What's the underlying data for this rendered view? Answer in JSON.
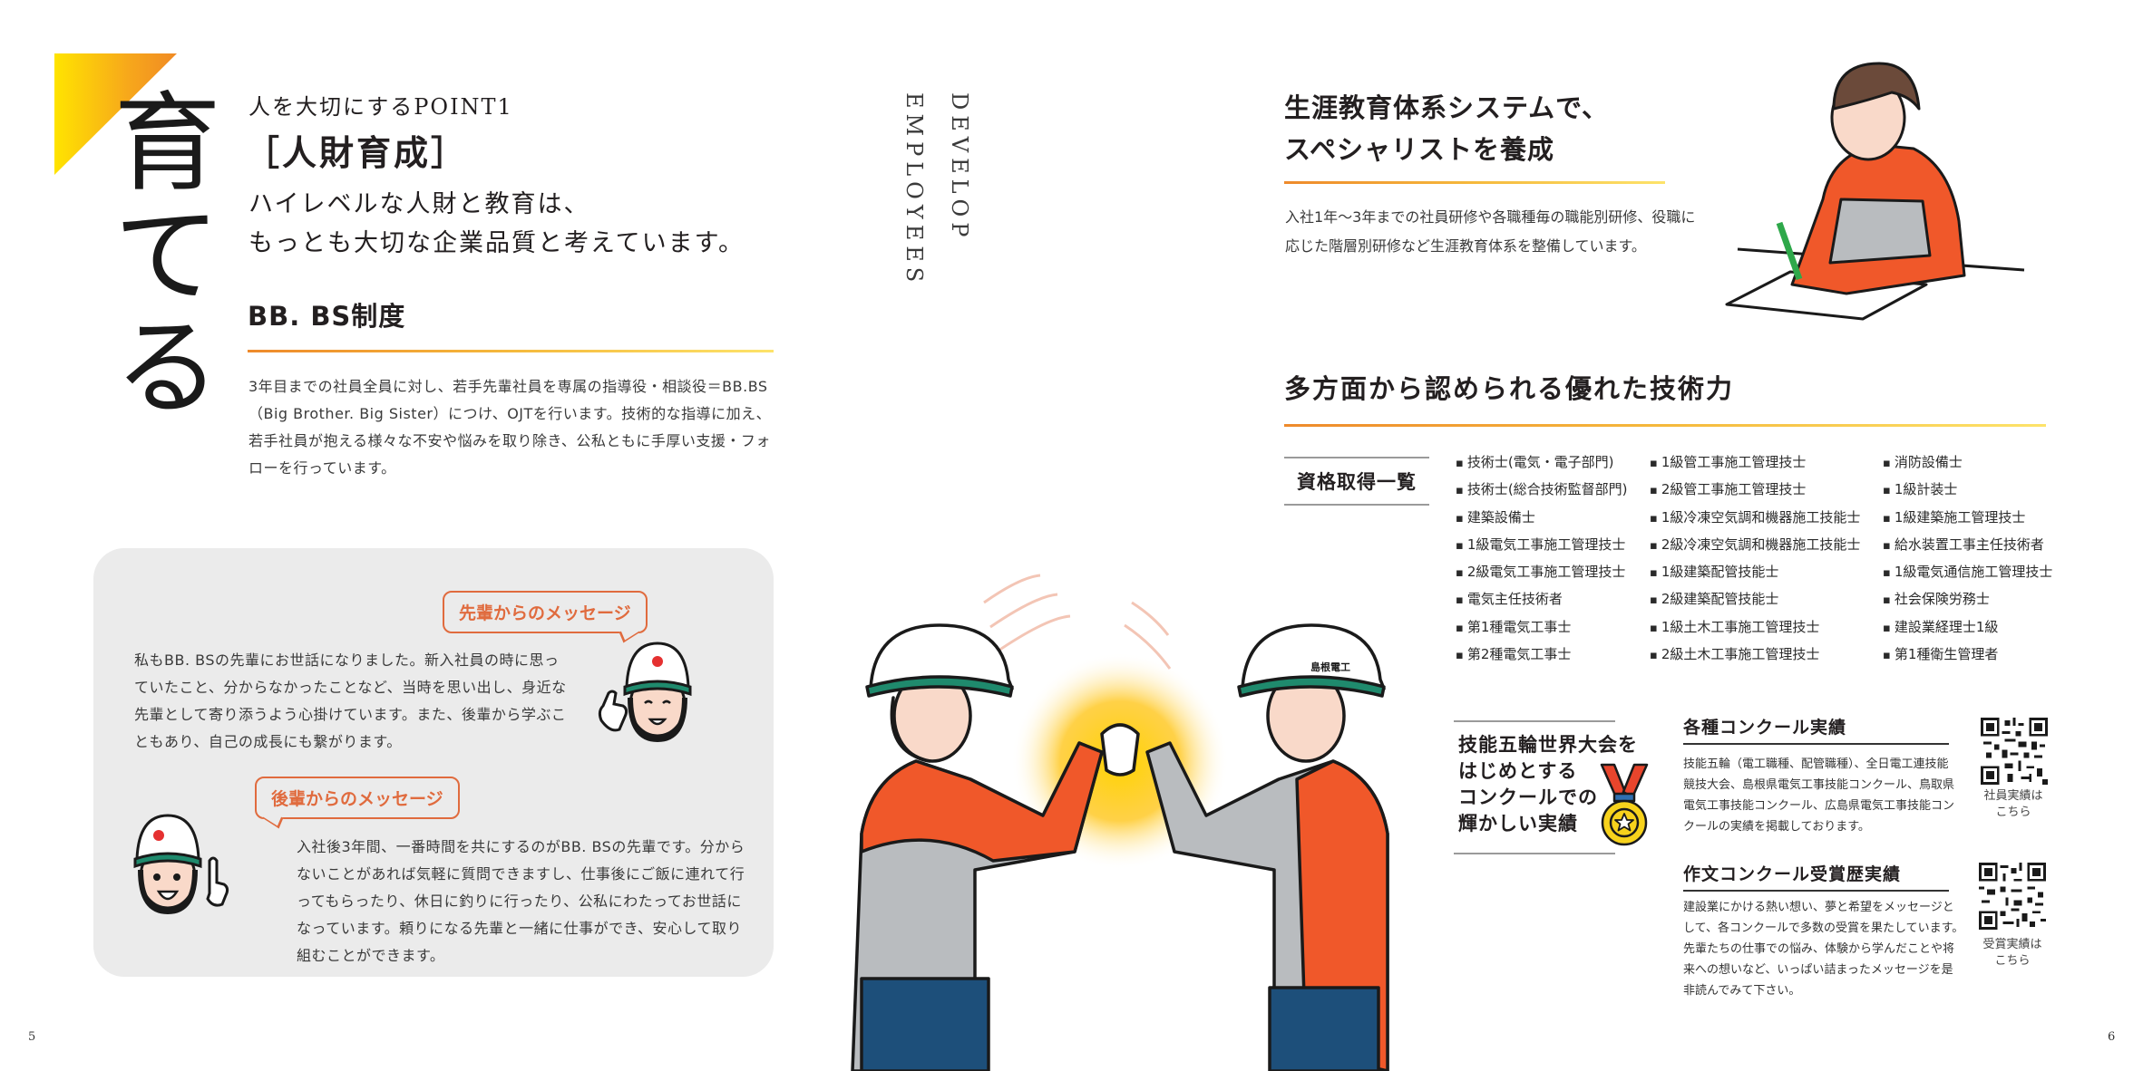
{
  "left_page": {
    "big_title": "育てる",
    "point_label": "人を大切にするPOINT1",
    "section_title": "［人財育成］",
    "lead_line1": "ハイレベルな人財と教育は、",
    "lead_line2": "もっとも大切な企業品質と考えています。",
    "bb_heading": "BB. BS制度",
    "bb_body": "3年目までの社員全員に対し、若手先輩社員を専属の指導役・相談役＝BB.BS（Big Brother. Big Sister）につけ、OJTを行います。技術的な指導に加え、若手社員が抱える様々な不安や悩みを取り除き、公私ともに手厚い支援・フォローを行っています。",
    "messages": {
      "senior": {
        "label": "先輩からのメッセージ",
        "text": "私もBB. BSの先輩にお世話になりました。新入社員の時に思っていたこと、分からなかったことなど、当時を思い出し、身近な先輩として寄り添うよう心掛けています。また、後輩から学ぶこともあり、自己の成長にも繋がります。"
      },
      "junior": {
        "label": "後輩からのメッセージ",
        "text": "入社後3年間、一番時間を共にするのがBB. BSの先輩です。分からないことがあれば気軽に質問できますし、仕事後にご飯に連れて行ってもらったり、休日に釣りに行ったり、公私にわたってお世話になっています。頼りになる先輩と一緒に仕事ができ、安心して取り組むことができます。"
      }
    },
    "page_number": "5"
  },
  "center": {
    "vertical_line1": "DEVELOP",
    "vertical_line2": "EMPLOYEES",
    "helmet_text": "島根電工"
  },
  "right_page": {
    "education": {
      "heading_line1": "生涯教育体系システムで、",
      "heading_line2": "スペシャリストを養成",
      "body": "入社1年～3年までの社員研修や各職種毎の職能別研修、役職に応じた階層別研修など生涯教育体系を整備しています。"
    },
    "skills": {
      "heading": "多方面から認められる優れた技術力",
      "qualifications_label": "資格取得一覧",
      "qualifications": [
        "技術士(電気・電子部門)",
        "1級管工事施工管理技士",
        "消防設備士",
        "技術士(総合技術監督部門)",
        "2級管工事施工管理技士",
        "1級計装士",
        "建築設備士",
        "1級冷凍空気調和機器施工技能士",
        "1級建築施工管理技士",
        "1級電気工事施工管理技士",
        "2級冷凍空気調和機器施工技能士",
        "給水装置工事主任技術者",
        "2級電気工事施工管理技士",
        "1級建築配管技能士",
        "1級電気通信施工管理技士",
        "電気主任技術者",
        "2級建築配管技能士",
        "社会保険労務士",
        "第1種電気工事士",
        "1級土木工事施工管理技士",
        "建設業経理士1級",
        "第2種電気工事士",
        "2級土木工事施工管理技士",
        "第1種衛生管理者"
      ]
    },
    "awards": {
      "callout_line1": "技能五輪世界大会を",
      "callout_line2": "はじめとする",
      "callout_line3": "コンクールでの",
      "callout_line4": "輝かしい実績",
      "concours": {
        "heading": "各種コンクール実績",
        "body": "技能五輪（電工職種、配管職種）、全日電工連技能競技大会、島根県電気工事技能コンクール、鳥取県電気工事技能コンクール、広島県電気工事技能コンクールの実績を掲載しております。",
        "qr_caption_line1": "社員実績は",
        "qr_caption_line2": "こちら"
      },
      "essay": {
        "heading": "作文コンクール受賞歴実績",
        "body": "建設業にかける熱い想い、夢と希望をメッセージとして、各コンクールで多数の受賞を果たしています。先輩たちの仕事での悩み、体験から学んだことや将来への想いなど、いっぱい詰まったメッセージを是非読んでみて下さい。",
        "qr_caption_line1": "受賞実績は",
        "qr_caption_line2": "こちら"
      }
    },
    "page_number": "6"
  },
  "colors": {
    "accent_orange": "#e06b3e",
    "uniform_orange": "#f0582a",
    "uniform_gray": "#b9bcbf",
    "helmet_green": "#1f8a6d",
    "panel_gray": "#ebebeb",
    "gold": "#f5b93c"
  }
}
